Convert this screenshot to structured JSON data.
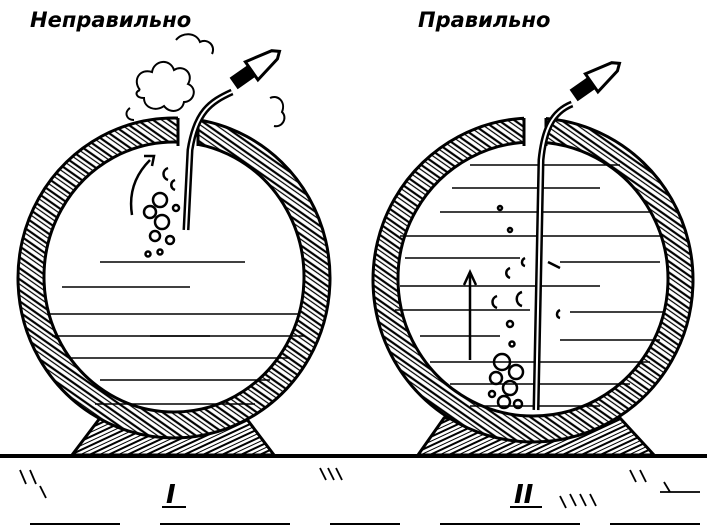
{
  "labels": {
    "wrong": "Неправильно",
    "right": "Правильно",
    "fig1": "I",
    "fig2": "II"
  },
  "colors": {
    "ink": "#000000",
    "paper": "#ffffff"
  }
}
